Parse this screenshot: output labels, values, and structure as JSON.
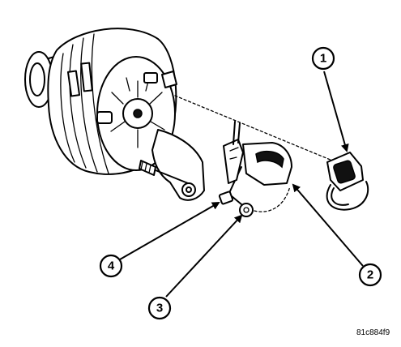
{
  "figure": {
    "code": "81c884f9"
  },
  "callouts": [
    {
      "label": "1"
    },
    {
      "label": "2"
    },
    {
      "label": "3"
    },
    {
      "label": "4"
    }
  ],
  "colors": {
    "ink": "#000000",
    "paper": "#ffffff"
  }
}
